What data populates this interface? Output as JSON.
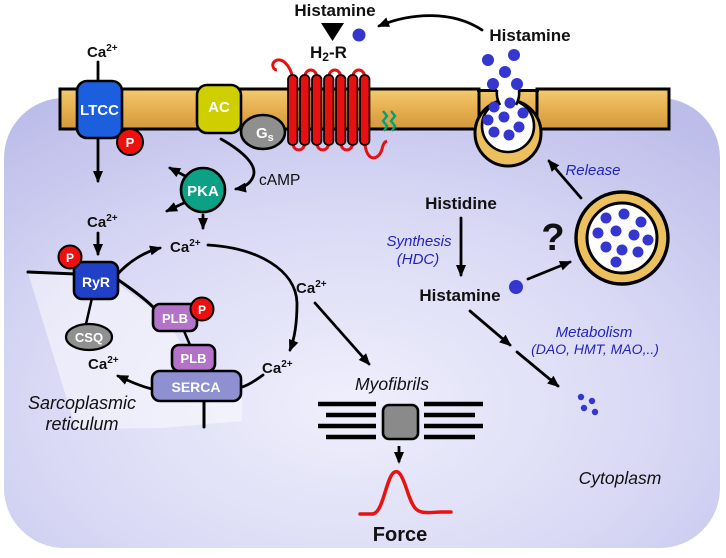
{
  "diagram": {
    "extracellular": {
      "histamine_top": "Histamine",
      "histamine_right": "Histamine"
    },
    "membrane_proteins": {
      "ltcc": "LTCC",
      "ac": "AC",
      "g_protein_base": "G",
      "g_protein_sub": "s",
      "receptor_base": "H",
      "receptor_sub": "2",
      "receptor_suffix": "-R"
    },
    "signaling": {
      "pka": "PKA",
      "camp": "cAMP",
      "phospho": "P"
    },
    "calcium": {
      "base": "Ca",
      "sup": "2+"
    },
    "sr": {
      "ryr": "RyR",
      "csq": "CSQ",
      "plb": "PLB",
      "serca": "SERCA",
      "name_line1": "Sarcoplasmic",
      "name_line2": "reticulum"
    },
    "histamine_pathway": {
      "histidine": "Histidine",
      "synthesis_line1": "Synthesis",
      "synthesis_line2": "(HDC)",
      "histamine": "Histamine",
      "metabolism_line1": "Metabolism",
      "metabolism_line2": "(DAO, HMT, MAO,..)",
      "release": "Release",
      "question": "?"
    },
    "contraction": {
      "myofibrils": "Myofibrils",
      "force": "Force"
    },
    "compartments": {
      "cytoplasm": "Cytoplasm"
    }
  },
  "colors": {
    "membrane_gold": "#e7b252",
    "vesicle_gold": "#ecc05d",
    "ltcc_blue": "#1b5ede",
    "ryr_blue": "#2040c8",
    "ac_yellow": "#cfcf00",
    "gs_gray": "#8f8f8f",
    "csq_gray": "#909090",
    "pka_teal": "#0ca185",
    "plb_purple": "#b273c9",
    "serca_purple": "#8e90d2",
    "p_red": "#ee0f0f",
    "receptor_red": "#e51010",
    "force_red": "#e8130f",
    "dot_blue": "#3535cf",
    "label_blue": "#2424bd",
    "green_anchor": "#00a078",
    "cell_lavender": "#c6c6ee"
  }
}
